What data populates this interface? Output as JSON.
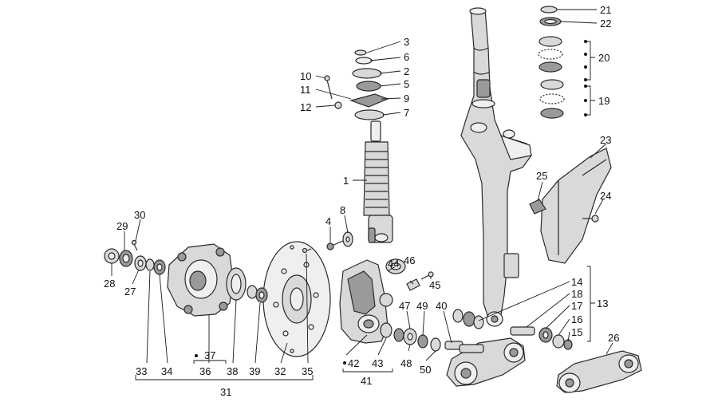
{
  "callouts": [
    {
      "id": "1",
      "text": "1"
    },
    {
      "id": "2",
      "text": "2"
    },
    {
      "id": "3",
      "text": "3"
    },
    {
      "id": "4",
      "text": "4"
    },
    {
      "id": "5",
      "text": "5"
    },
    {
      "id": "6",
      "text": "6"
    },
    {
      "id": "7",
      "text": "7"
    },
    {
      "id": "8",
      "text": "8"
    },
    {
      "id": "9",
      "text": "9"
    },
    {
      "id": "10",
      "text": "10"
    },
    {
      "id": "11",
      "text": "11"
    },
    {
      "id": "12",
      "text": "12"
    },
    {
      "id": "13",
      "text": "13"
    },
    {
      "id": "14",
      "text": "14"
    },
    {
      "id": "15",
      "text": "15"
    },
    {
      "id": "16",
      "text": "16"
    },
    {
      "id": "17",
      "text": "17"
    },
    {
      "id": "18",
      "text": "18"
    },
    {
      "id": "19",
      "text": "19"
    },
    {
      "id": "20",
      "text": "20"
    },
    {
      "id": "21",
      "text": "21"
    },
    {
      "id": "22",
      "text": "22"
    },
    {
      "id": "23",
      "text": "23"
    },
    {
      "id": "24",
      "text": "24"
    },
    {
      "id": "25",
      "text": "25"
    },
    {
      "id": "26",
      "text": "26"
    },
    {
      "id": "27",
      "text": "27"
    },
    {
      "id": "28",
      "text": "28"
    },
    {
      "id": "29",
      "text": "29"
    },
    {
      "id": "30",
      "text": "30"
    },
    {
      "id": "31",
      "text": "31"
    },
    {
      "id": "32",
      "text": "32"
    },
    {
      "id": "33",
      "text": "33"
    },
    {
      "id": "34",
      "text": "34"
    },
    {
      "id": "35",
      "text": "35"
    },
    {
      "id": "36",
      "text": "36"
    },
    {
      "id": "37",
      "text": "37"
    },
    {
      "id": "38",
      "text": "38"
    },
    {
      "id": "39",
      "text": "39"
    },
    {
      "id": "40",
      "text": "40"
    },
    {
      "id": "41",
      "text": "41"
    },
    {
      "id": "42",
      "text": "42"
    },
    {
      "id": "43",
      "text": "43"
    },
    {
      "id": "44",
      "text": "44"
    },
    {
      "id": "45",
      "text": "45"
    },
    {
      "id": "46",
      "text": "46"
    },
    {
      "id": "47",
      "text": "47"
    },
    {
      "id": "48",
      "text": "48"
    },
    {
      "id": "49",
      "text": "49"
    },
    {
      "id": "50",
      "text": "50"
    }
  ]
}
